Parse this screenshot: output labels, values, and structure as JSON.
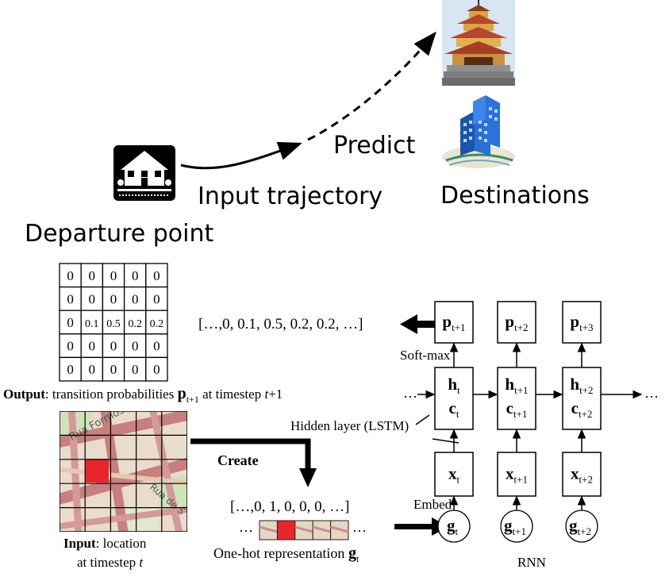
{
  "top": {
    "departure_label": "Departure point",
    "input_trajectory_label": "Input trajectory",
    "predict_label": "Predict",
    "destinations_label": "Destinations"
  },
  "output_grid": {
    "rows": [
      [
        "0",
        "0",
        "0",
        "0",
        "0"
      ],
      [
        "0",
        "0",
        "0",
        "0",
        "0"
      ],
      [
        "0",
        "0.1",
        "0.5",
        "0.2",
        "0.2"
      ],
      [
        "0",
        "0",
        "0",
        "0",
        "0"
      ],
      [
        "0",
        "0",
        "0",
        "0",
        "0"
      ]
    ],
    "caption_bold": "Output",
    "caption_rest": ": transition probabilities ",
    "caption_vec": "p",
    "caption_sub": "t+1",
    "caption_tail": " at timestep ",
    "caption_t": "t",
    "caption_plus": "+1"
  },
  "prob_vector": "[…,0, 0.1, 0.5, 0.2, 0.2, …]",
  "input_caption": {
    "bold": "Input",
    "rest": ": location",
    "line2": "at timestep ",
    "t": "t"
  },
  "map_labels": [
    "Rua Formosa",
    "Rua de S"
  ],
  "create_label": "Create",
  "onehot": {
    "vector": "[…,0, 1, 0, 0, 0, …]",
    "caption": "One-hot representation ",
    "caption_vec": "g",
    "caption_sub": "t",
    "cells": [
      0,
      1,
      0,
      0,
      0
    ],
    "ellipsis": "…"
  },
  "rnn": {
    "softmax": "Soft-max",
    "hidden": "Hidden layer (LSTM)",
    "embed": "Embed",
    "label": "RNN",
    "ellipsis": "…",
    "columns": [
      {
        "p": "p",
        "p_sub": "t+1",
        "h": "h",
        "h_sub": "t",
        "c": "c",
        "c_sub": "t",
        "x": "x",
        "x_sub": "t",
        "g": "g",
        "g_sub": "t"
      },
      {
        "p": "p",
        "p_sub": "t+2",
        "h": "h",
        "h_sub": "t+1",
        "c": "c",
        "c_sub": "t+1",
        "x": "x",
        "x_sub": "t+1",
        "g": "g",
        "g_sub": "t+1"
      },
      {
        "p": "p",
        "p_sub": "t+3",
        "h": "h",
        "h_sub": "t+2",
        "c": "c",
        "c_sub": "t+2",
        "x": "x",
        "x_sub": "t+2",
        "g": "g",
        "g_sub": "t+2"
      }
    ]
  },
  "colors": {
    "onehot_active": "#e8262a",
    "map_base": "#e9dccb",
    "map_road": "#c77f7f",
    "map_green": "#bfd8a8",
    "building_blue": "#2a6fd6",
    "pagoda_red": "#b5472c"
  }
}
